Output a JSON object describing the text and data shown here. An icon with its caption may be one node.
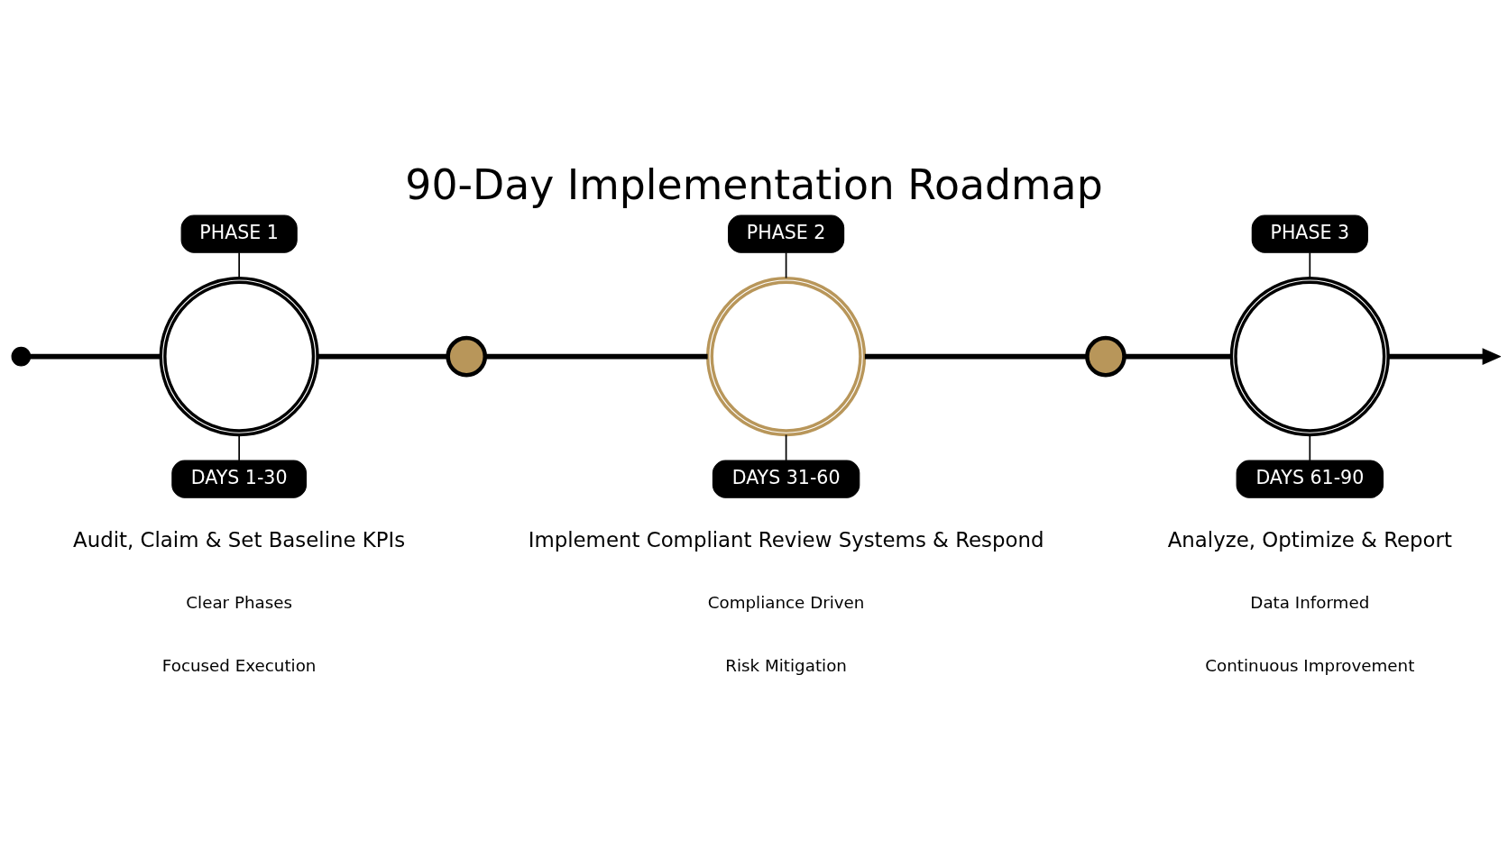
{
  "diagram": {
    "title": "90-Day Implementation Roadmap",
    "nodes": [
      {
        "text": [],
        "shape": "circle"
      },
      {
        "text": [
          "PHASE 1"
        ]
      },
      {
        "text": [],
        "shape": "circle"
      },
      {
        "text": [
          "DAYS 1-30"
        ],
        "beside": [
          "Audit, Claim & Set Baseline KPIs"
        ]
      },
      {
        "text": [],
        "shape": "circle"
      },
      {
        "text": [
          "PHASE 2"
        ]
      },
      {
        "text": [],
        "shape": "circle"
      },
      {
        "text": [
          "DAYS 31-60"
        ],
        "beside": [
          "Implement Compliant Review Systems & Respond"
        ]
      },
      {
        "text": [],
        "shape": "circle"
      },
      {
        "text": [
          "PHASE 3"
        ]
      },
      {
        "text": [],
        "shape": "circle"
      },
      {
        "text": [
          "DAYS 61-90"
        ],
        "beside": [
          "Analyze, Optimize & Report"
        ]
      }
    ],
    "edges": [
      {
        "from": 0,
        "to": 2,
        "arrow": "none",
        "style": "thick"
      },
      {
        "from": 1,
        "to": 2,
        "arrow": "none"
      },
      {
        "from": 2,
        "to": 3,
        "arrow": "none"
      },
      {
        "from": 2,
        "to": 4,
        "arrow": "none",
        "style": "thick"
      },
      {
        "from": 4,
        "to": 6,
        "arrow": "none",
        "style": "thick"
      },
      {
        "from": 5,
        "to": 6,
        "arrow": "none"
      },
      {
        "from": 6,
        "to": 7,
        "arrow": "none"
      },
      {
        "from": 6,
        "to": 8,
        "arrow": "none",
        "style": "thick"
      },
      {
        "from": 8,
        "to": 10,
        "arrow": "none",
        "style": "thick"
      },
      {
        "from": 9,
        "to": 10,
        "arrow": "none"
      },
      {
        "from": 10,
        "to": 11,
        "arrow": "none"
      },
      {
        "from": 10,
        "to": null,
        "arrow": "to",
        "style": "thick"
      }
    ],
    "labels": [
      "Clear Phases",
      "Focused Execution",
      "Compliance Driven",
      "Risk Mitigation",
      "Data Informed",
      "Continuous Improvement"
    ]
  }
}
